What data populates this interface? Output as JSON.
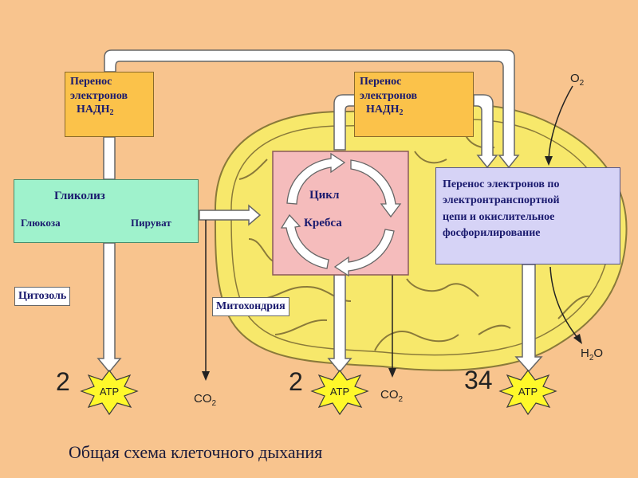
{
  "nadh_boxes": [
    {
      "line1": "Перенос",
      "line2": "электронов",
      "nadh": "НАДН",
      "sub": "2"
    },
    {
      "line1": "Перенос",
      "line2": "электронов",
      "nadh": "НАДН",
      "sub": "2"
    }
  ],
  "glycolysis": {
    "title": "Гликолиз",
    "from": "Глюкоза",
    "to": "Пируват"
  },
  "krebs": {
    "line1": "Цикл",
    "line2": "Кребса"
  },
  "etc": {
    "line1": "Перенос электронов по",
    "line2": "электронтранспортной",
    "line3": "цепи и окислительное",
    "line4": "фосфорилирование"
  },
  "compartments": {
    "cytosol": "Цитозоль",
    "mitochondria": "Митохондрия"
  },
  "atp_yields": [
    {
      "count": "2",
      "label": "ATP"
    },
    {
      "count": "2",
      "label": "ATP"
    },
    {
      "count": "34",
      "label": "ATP"
    }
  ],
  "molecules": {
    "co2": {
      "base": "CO",
      "sub": "2"
    },
    "o2": {
      "base": "O",
      "sub": "2"
    },
    "h2o": {
      "pre": "H",
      "sub": "2",
      "post": "O"
    }
  },
  "caption": "Общая схема клеточного дыхания",
  "colors": {
    "background": "#f8c48e",
    "mitochondrion": "#f7e86b",
    "nadh_box": "#fbc24a",
    "glycolysis_box": "#9ff2cc",
    "krebs_box": "#f5bcbc",
    "etc_box": "#d6d3f6",
    "atp_star": "#fff82a"
  }
}
